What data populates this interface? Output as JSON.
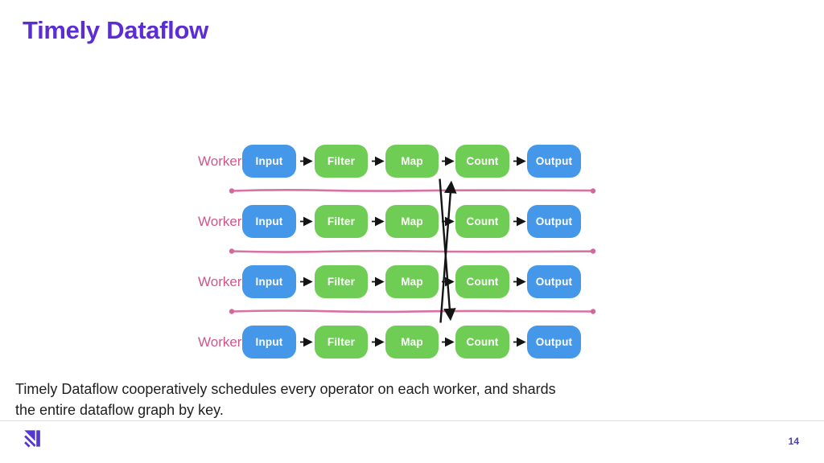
{
  "slide": {
    "title": "Timely Dataflow",
    "caption_lines": [
      "Timely Dataflow cooperatively schedules every operator on each worker, and shards",
      "the entire dataflow graph by key."
    ],
    "page_number": "14"
  },
  "diagram": {
    "workers": [
      {
        "label": "Worker",
        "stages": [
          "Input",
          "Filter",
          "Map",
          "Count",
          "Output"
        ]
      },
      {
        "label": "Worker",
        "stages": [
          "Input",
          "Filter",
          "Map",
          "Count",
          "Output"
        ]
      },
      {
        "label": "Worker",
        "stages": [
          "Input",
          "Filter",
          "Map",
          "Count",
          "Output"
        ]
      },
      {
        "label": "Worker",
        "stages": [
          "Input",
          "Filter",
          "Map",
          "Count",
          "Output"
        ]
      }
    ],
    "stage_kinds": {
      "Input": "source",
      "Filter": "operator",
      "Map": "operator",
      "Count": "operator",
      "Output": "sink"
    }
  },
  "colors": {
    "title": "#5b2ed5",
    "worker_label": "#d4548c",
    "source_sink_box": "#4597ea",
    "operator_box": "#6fcd55",
    "worker_divider": "#d4679c",
    "exchange_arrow": "#141414",
    "caption_text": "#1f1f1f",
    "page_number": "#4a40ab",
    "logo": "#5438cf",
    "footer_divider": "#dcdce6"
  }
}
